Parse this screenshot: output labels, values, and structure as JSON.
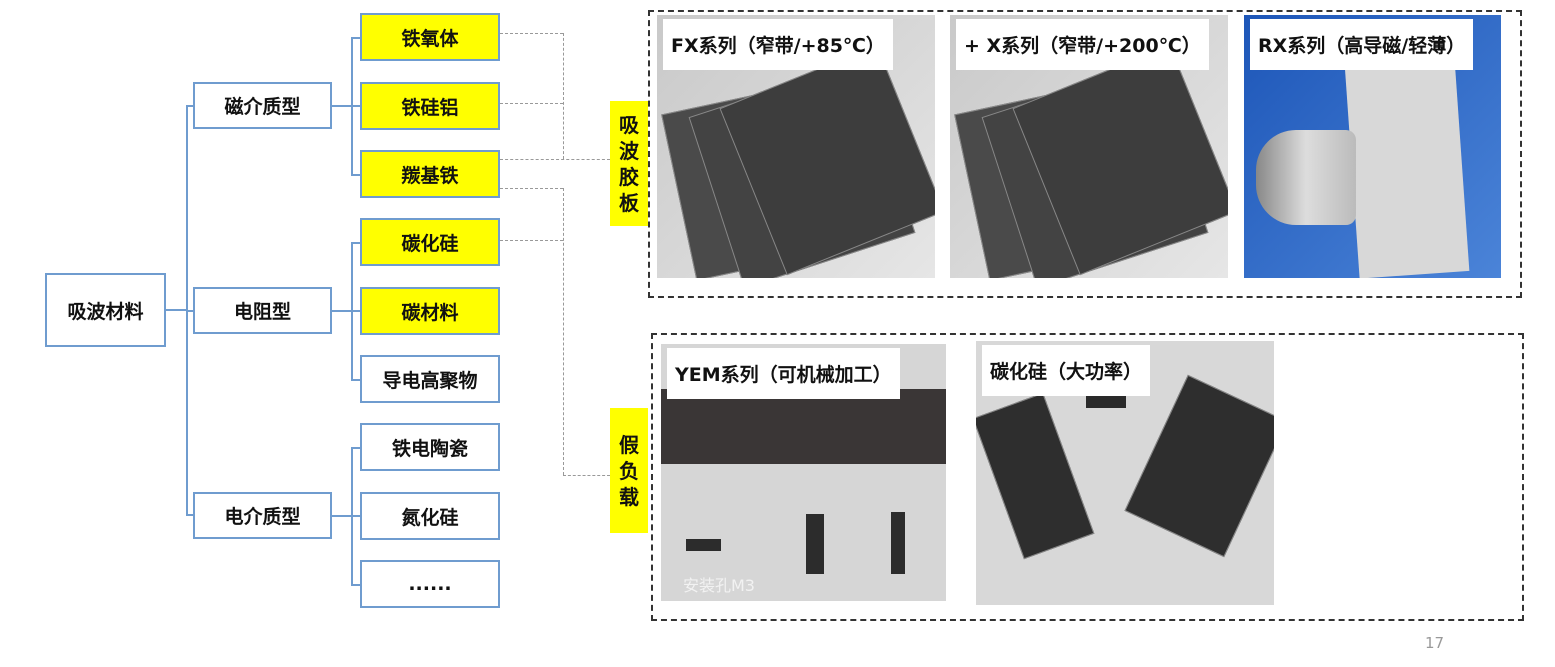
{
  "tree": {
    "root": "吸波材料",
    "categories": [
      {
        "label": "磁介质型",
        "items": [
          "铁氧体",
          "铁硅铝",
          "羰基铁"
        ]
      },
      {
        "label": "电阻型",
        "items": [
          "碳化硅",
          "碳材料",
          "导电高聚物"
        ]
      },
      {
        "label": "电介质型",
        "items": [
          "铁电陶瓷",
          "氮化硅",
          "......"
        ]
      }
    ]
  },
  "groups": [
    {
      "tag": [
        "吸",
        "波",
        "胶",
        "板"
      ],
      "products": [
        "FX系列（窄带/+85℃）",
        "+ X系列（窄带/+200℃）",
        "RX系列（高导磁/轻薄）"
      ]
    },
    {
      "tag": [
        "假",
        "负",
        "载"
      ],
      "products": [
        "YEM系列（可机械加工）",
        "碳化硅（大功率）"
      ],
      "photo_caption": "安装孔M3"
    }
  ],
  "page_number": "17",
  "colors": {
    "highlight": "#ffff00",
    "border": "#6f9ccf"
  }
}
